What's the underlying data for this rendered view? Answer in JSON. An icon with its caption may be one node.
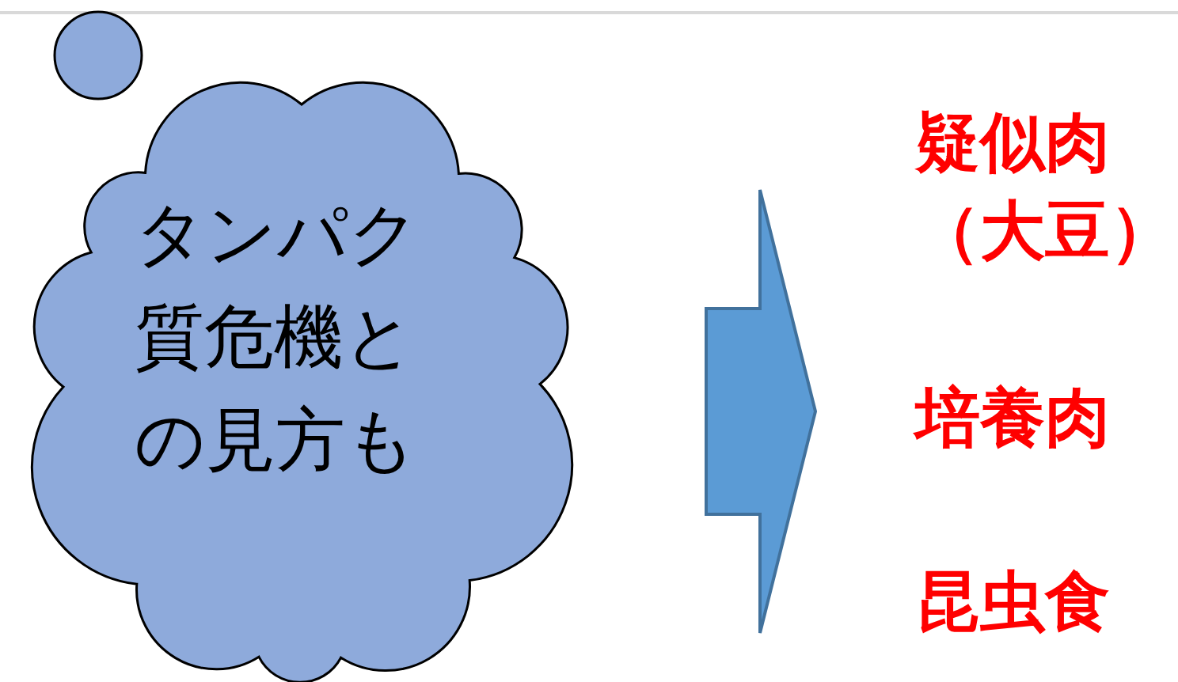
{
  "diagram": {
    "nodes": [
      {
        "text": [
          "タンパク質危機との見方も"
        ]
      },
      {
        "text": [
          "疑似肉（大豆）",
          "培養肉",
          "昆虫食"
        ]
      }
    ],
    "edges": [
      {
        "from": 0,
        "to": 1,
        "arrow": "to"
      }
    ]
  }
}
